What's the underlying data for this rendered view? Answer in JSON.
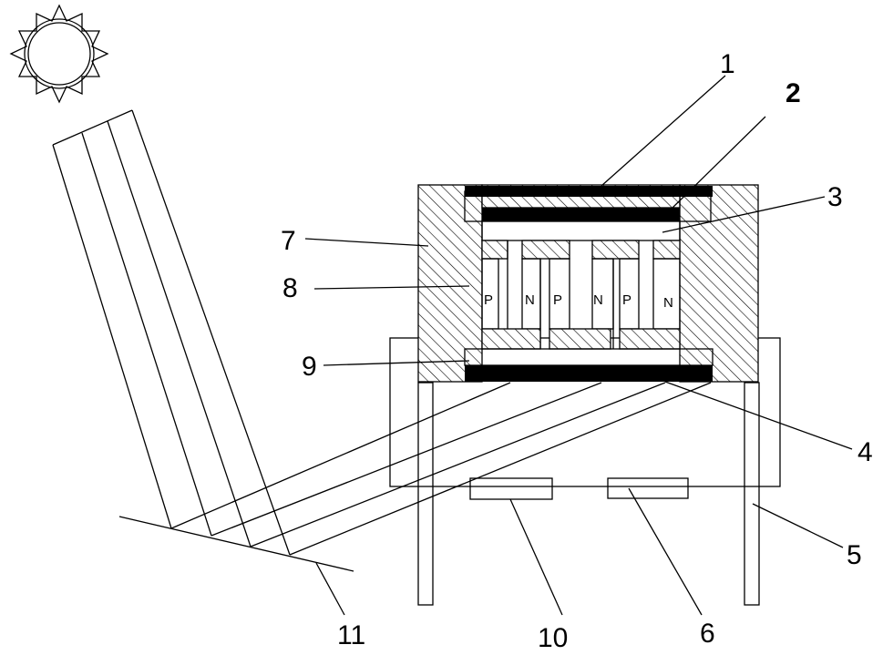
{
  "callouts": {
    "c1": "1",
    "c2": "2",
    "c3": "3",
    "c4": "4",
    "c5": "5",
    "c6": "6",
    "c7": "7",
    "c8": "8",
    "c9": "9",
    "c10": "10",
    "c11": "11"
  },
  "legs": [
    {
      "type": "P"
    },
    {
      "type": "N"
    },
    {
      "type": "P"
    },
    {
      "type": "N"
    },
    {
      "type": "P"
    },
    {
      "type": "N"
    }
  ],
  "colors": {
    "line": "#000000",
    "background": "#ffffff",
    "electrode": "#000000"
  },
  "icons": [
    "sun-icon"
  ]
}
